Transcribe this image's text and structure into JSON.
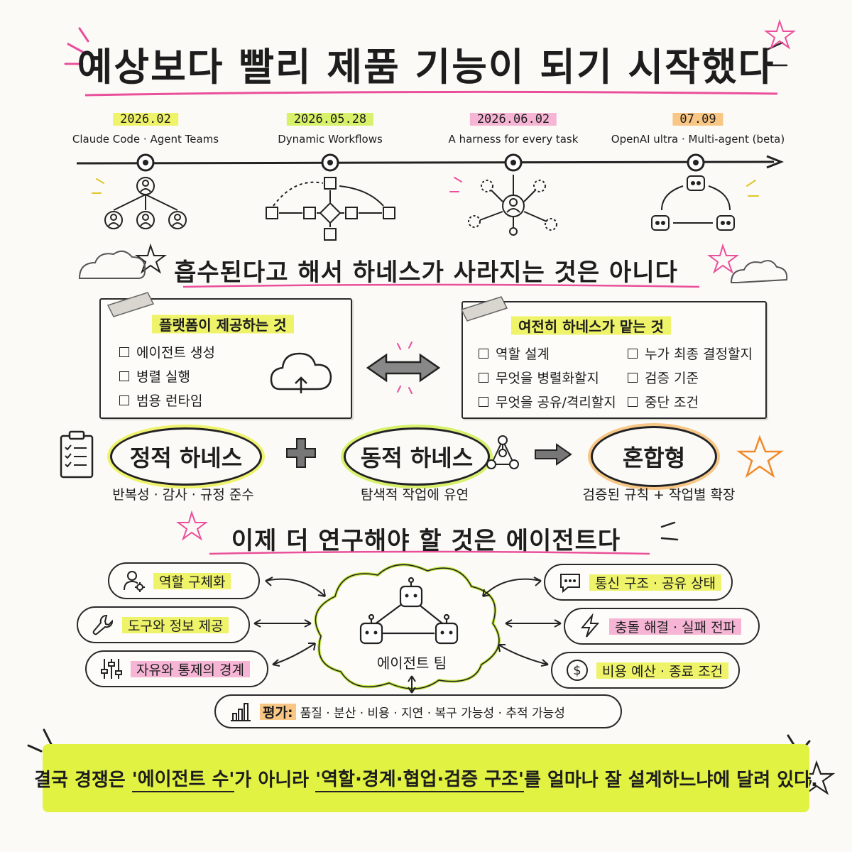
{
  "title": "예상보다 빨리 제품 기능이 되기 시작했다",
  "timeline": [
    {
      "date": "2026.02",
      "label": "Claude Code · Agent Teams",
      "color": "yellow"
    },
    {
      "date": "2026.05.28",
      "label": "Dynamic Workflows",
      "color": "green"
    },
    {
      "date": "2026.06.02",
      "label": "A harness for every task",
      "color": "pink"
    },
    {
      "date": "07.09",
      "label": "OpenAI ultra · Multi-agent (beta)",
      "color": "orange"
    }
  ],
  "section2_title": "흡수된다고 해서 하네스가 사라지는 것은 아니다",
  "platform_box": {
    "heading": "플랫폼이 제공하는 것",
    "items": [
      "에이전트 생성",
      "병렬 실행",
      "범용 런타임"
    ]
  },
  "harness_box": {
    "heading": "여전히 하네스가 맡는 것",
    "items_left": [
      "역할 설계",
      "무엇을 병렬화할지",
      "무엇을 공유/격리할지"
    ],
    "items_right": [
      "누가 최종 결정할지",
      "검증 기준",
      "중단 조건"
    ]
  },
  "harness_types": [
    {
      "name": "정적 하네스",
      "desc": "반복성 · 감사 · 규정 준수"
    },
    {
      "name": "동적 하네스",
      "desc": "탐색적 작업에 유연"
    },
    {
      "name": "혼합형",
      "desc": "검증된 규칙 + 작업별 확장"
    }
  ],
  "section3_title": "이제 더 연구해야 할 것은 에이전트다",
  "agent_team_label": "에이전트 팀",
  "left_pills": [
    {
      "label": "역할 구체화",
      "icon": "user-gear-icon",
      "color": "yellow"
    },
    {
      "label": "도구와 정보 제공",
      "icon": "wrench-icon",
      "color": "yellow"
    },
    {
      "label": "자유와 통제의 경계",
      "icon": "sliders-icon",
      "color": "pink"
    }
  ],
  "right_pills": [
    {
      "label": "통신 구조 · 공유 상태",
      "icon": "chat-icon",
      "color": "yellow"
    },
    {
      "label": "충돌 해결 · 실패 전파",
      "icon": "lightning-icon",
      "color": "pink"
    },
    {
      "label": "비용 예산 · 종료 조건",
      "icon": "dollar-icon",
      "color": "yellow"
    }
  ],
  "evaluation": {
    "prefix": "평가:",
    "text": "품질 · 분산 · 비용 · 지연 · 복구 가능성 · 추적 가능성"
  },
  "conclusion": {
    "part1": "결국 경쟁은 ",
    "quote1": "'에이전트 수'",
    "part2": "가 아니라 ",
    "quote2": "'역할·경계·협업·검증 구조'",
    "part3": "를 얼마나 잘 설계하느냐에 달려 있다."
  },
  "colors": {
    "yellow": "#eef36a",
    "green": "#d7f26a",
    "pink": "#f6b5d5",
    "orange": "#f8c685",
    "lime": "#e1f243"
  }
}
